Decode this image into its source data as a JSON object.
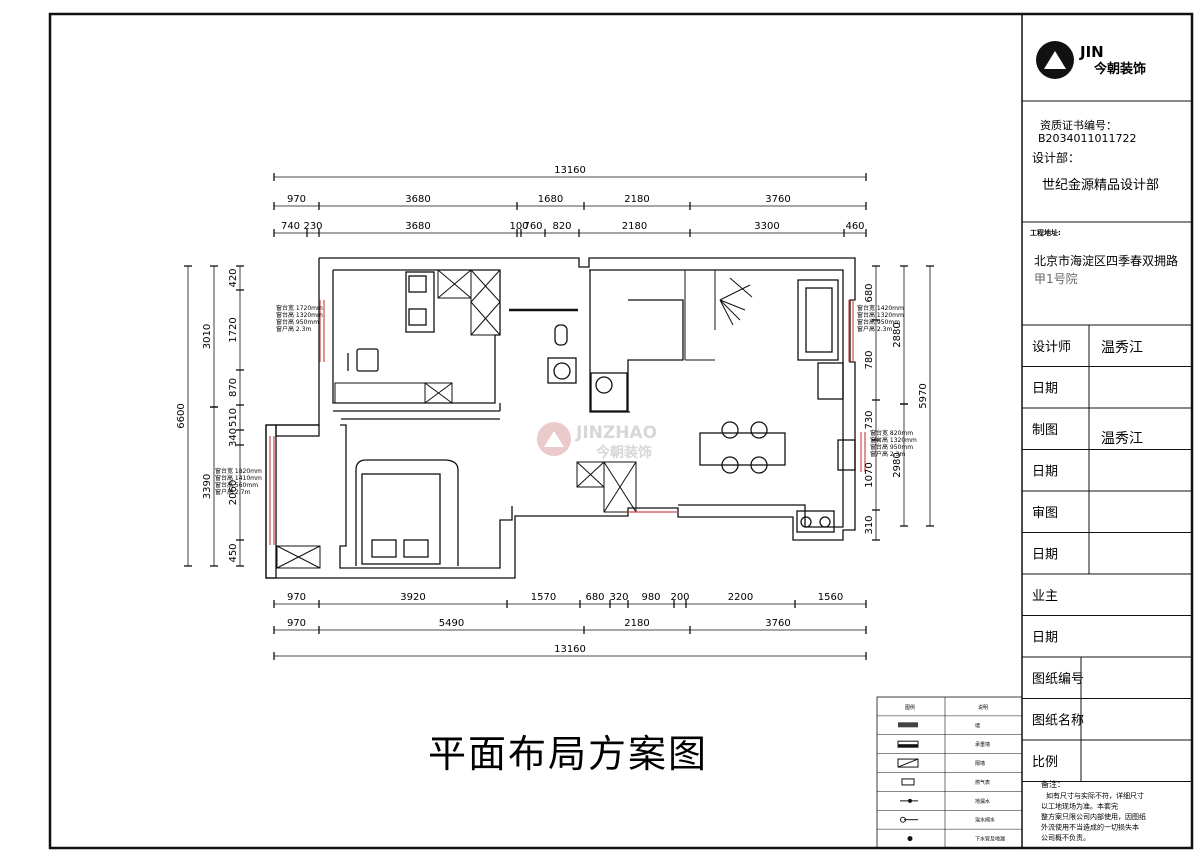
{
  "company": {
    "logo_text_top": "JIN",
    "logo_text_bottom": "今朝装饰"
  },
  "cert": {
    "label": "资质证书编号：",
    "number": "B2034011011722"
  },
  "design_dept": {
    "label": "设计部：",
    "value": "世纪金源精品设计部"
  },
  "project": {
    "label": "工程地址:",
    "address_line1": "北京市海淀区四季春双拥路",
    "address_line2": "甲1号院"
  },
  "fields": [
    {
      "label": "设计师",
      "value": "温秀江"
    },
    {
      "label": "日期",
      "value": ""
    },
    {
      "label": "制图",
      "value": "温秀江"
    },
    {
      "label": "日期",
      "value": ""
    },
    {
      "label": "审图",
      "value": ""
    },
    {
      "label": "日期",
      "value": ""
    },
    {
      "label": "业主",
      "value": ""
    },
    {
      "label": "日期",
      "value": ""
    },
    {
      "label": "图纸编号",
      "value": ""
    },
    {
      "label": "图纸名称",
      "value": ""
    },
    {
      "label": "比例",
      "value": ""
    }
  ],
  "notes": {
    "title": "备注：",
    "lines": [
      "如有尺寸与实际不符，详细尺寸",
      "以工地现场为准。本套完",
      "整方案只限公司内部使用，因图纸",
      "外流使用不当造成的一切损失本",
      "公司概不负责。"
    ]
  },
  "drawing_title": "平面布局方案图",
  "watermark": {
    "latin": "JINZHAO",
    "cn": "今朝装饰"
  },
  "dims": {
    "top_total": "13160",
    "top_row1": [
      "970",
      "3680",
      "1680",
      "2180",
      "3760"
    ],
    "top_row2": [
      "740",
      "230",
      "3680",
      "100",
      "760",
      "820",
      "2180",
      "3300",
      "460"
    ],
    "bottom_row1": [
      "970",
      "3920",
      "1570",
      "680",
      "320",
      "980",
      "200",
      "2200",
      "1560"
    ],
    "bottom_row2": [
      "970",
      "5490",
      "2180",
      "3760"
    ],
    "bottom_total": "13160",
    "left_total": "6600",
    "left_a": "3010",
    "left_b": "3390",
    "left_c": [
      "420",
      "1720",
      "870",
      "510",
      "340",
      "2060",
      "450"
    ],
    "right_total": "5970",
    "right_a": "2880",
    "right_b": "2980",
    "right_c": [
      "680",
      "780",
      "730",
      "1070",
      "310"
    ]
  },
  "window_notes": [
    "窗台宽 1720mm",
    "窗台高 1320mm",
    "窗台高 950mm",
    "窗户高 2.3m",
    "窗台宽 1820mm",
    "窗台高 1410mm",
    "窗台高 560mm",
    "窗户高 2.7m",
    "窗台宽 1420mm",
    "窗台高 1320mm",
    "窗台高 950mm",
    "窗户高 2.3m",
    "窗台宽 820mm",
    "窗台高 1320mm",
    "窗台高 950mm",
    "窗户高 2.3m"
  ],
  "legend": {
    "header": [
      "图例",
      "说明"
    ],
    "rows": [
      "墙",
      "承重墙",
      "隔墙",
      "燃气表",
      "地漏水",
      "混水阀水",
      "下水管及地漏"
    ]
  }
}
